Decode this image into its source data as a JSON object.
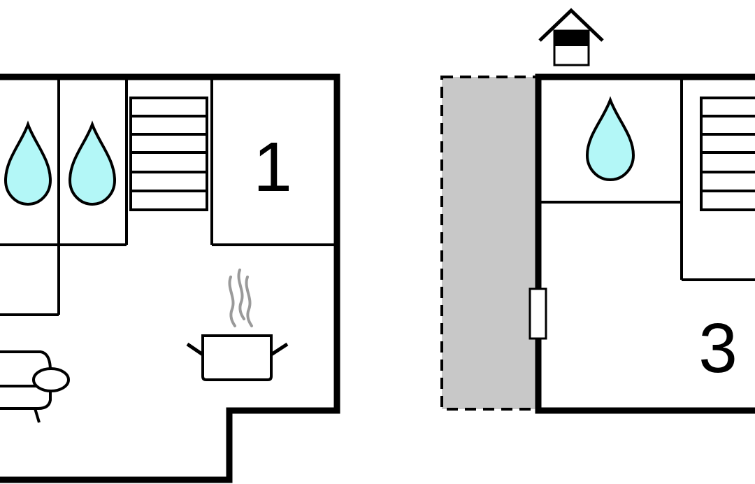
{
  "colors": {
    "wall": "#000000",
    "water": "#b3f7f7",
    "terrace": "#c8c8c8",
    "steam": "#9a9a9a",
    "background": "#ffffff"
  },
  "floor_plan": {
    "rooms": [
      {
        "number": "1"
      },
      {
        "number": "3"
      }
    ],
    "icons": [
      "water-drop-icon",
      "stairs-icon",
      "cooking-pot-icon",
      "steam-icon",
      "armchair-icon",
      "house-entrance-icon",
      "door-icon",
      "terrace-area"
    ]
  }
}
